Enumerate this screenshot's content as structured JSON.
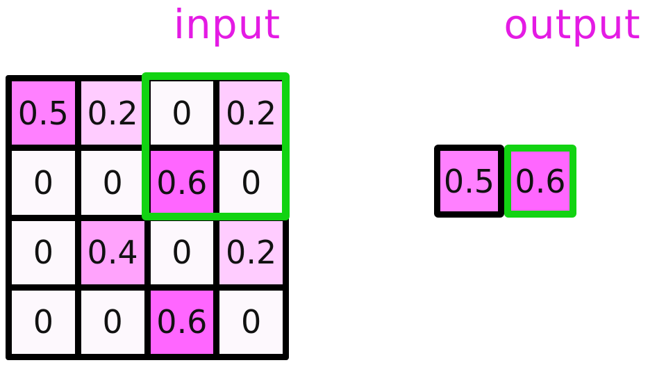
{
  "figure": {
    "input": {
      "title": "input",
      "grid": [
        [
          "0.5",
          "0.2",
          "0",
          "0.2"
        ],
        [
          "0",
          "0",
          "0.6",
          "0"
        ],
        [
          "0",
          "0.4",
          "0",
          "0.2"
        ],
        [
          "0",
          "0",
          "0.6",
          "0"
        ]
      ]
    },
    "output": {
      "title": "output",
      "cells": [
        {
          "value": "0.5",
          "highlighted": false
        },
        {
          "value": "0.6",
          "highlighted": true
        }
      ]
    },
    "highlight_window": {
      "rows": "1-2",
      "cols": "3-4"
    },
    "colors": {
      "title_text": "#e41be4",
      "highlight_green": "#12d312",
      "grid_line": "#000000",
      "value_fill": {
        "0": "#fdf8fd",
        "0.2": "#ffccff",
        "0.4": "#ffa3fc",
        "0.5": "#ff80ff",
        "0.6": "#ff66ff"
      }
    }
  }
}
